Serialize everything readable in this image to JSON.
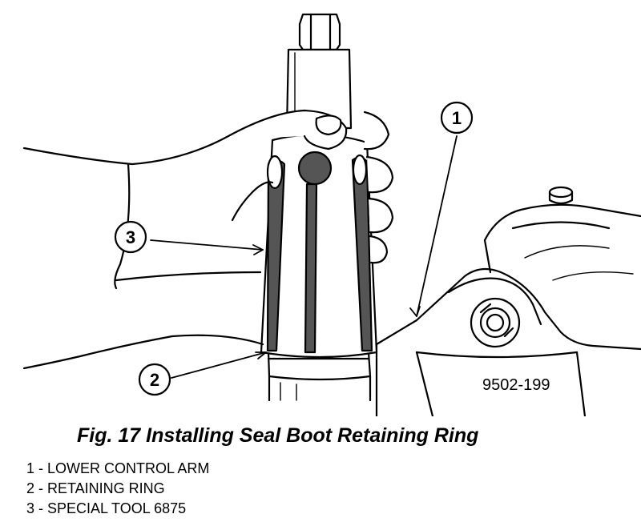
{
  "figure": {
    "callouts": [
      {
        "number": "1",
        "target": "lower control arm"
      },
      {
        "number": "2",
        "target": "retaining ring"
      },
      {
        "number": "3",
        "target": "special tool"
      }
    ],
    "code": "9502-199"
  },
  "caption": "Fig. 17 Installing Seal Boot Retaining Ring",
  "legend": [
    "1 - LOWER CONTROL ARM",
    "2 - RETAINING RING",
    "3 - SPECIAL TOOL 6875"
  ],
  "colors": {
    "ink": "#000000",
    "paper": "#ffffff",
    "tool_shade": "#555555"
  }
}
